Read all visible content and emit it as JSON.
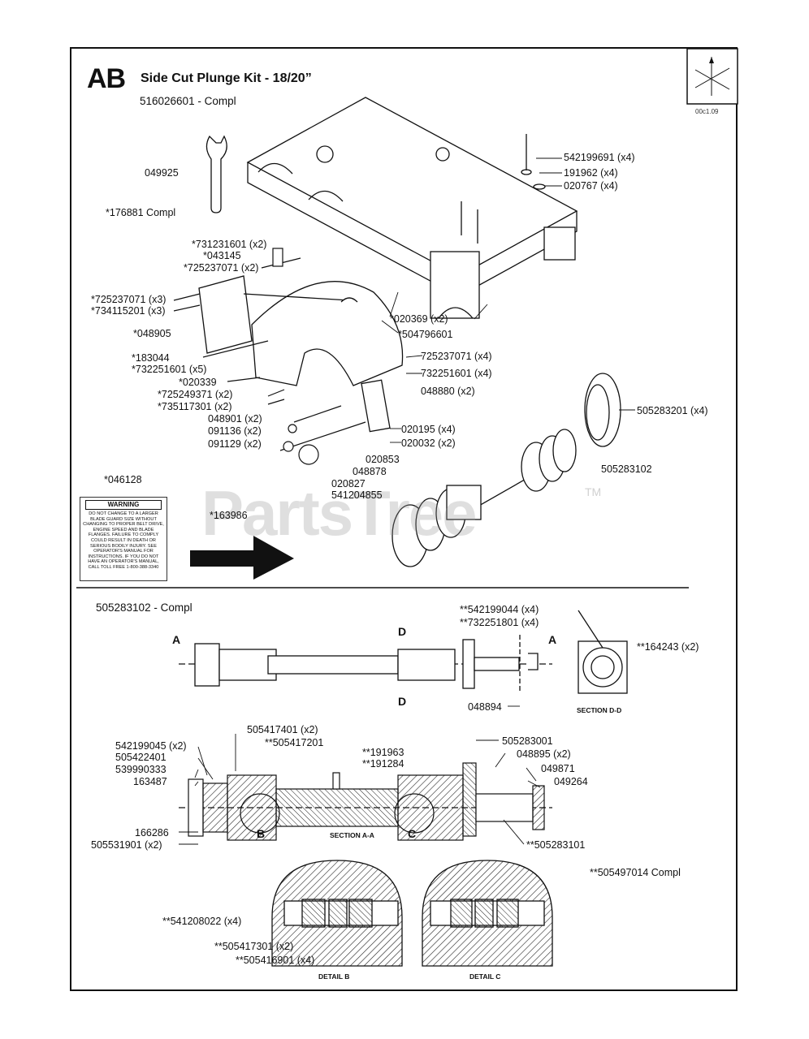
{
  "header": {
    "section_letter": "AB",
    "title": "Side Cut Plunge Kit - 18/20”",
    "kit_compl": "516026601 - Compl",
    "ref_code": "00c1.09"
  },
  "watermark": {
    "text": "PartsTree",
    "tm": "TM"
  },
  "warning_label": {
    "heading": "WARNING",
    "text": "DO NOT CHANGE TO A LARGER BLADE GUARD SIZE WITHOUT CHANGING TO PROPER BELT DRIVE, ENGINE SPEED AND BLADE FLANGES. FAILURE TO COMPLY COULD RESULT IN DEATH OR SERIOUS BODILY INJURY. SEE OPERATOR'S MANUAL FOR INSTRUCTIONS. IF YOU DO NOT HAVE AN OPERATOR'S MANUAL, CALL TOLL FREE 1-800-388-3340"
  },
  "parts_upper": [
    "049925",
    "*176881 Compl",
    "542199691 (x4)",
    "191962 (x4)",
    "020767 (x4)",
    "*731231601 (x2)",
    "*043145",
    "*725237071 (x2)",
    "*725237071 (x3)",
    "*734115201 (x3)",
    "*048905",
    "*183044",
    "*732251601 (x5)",
    "*020339",
    "*725249371 (x2)",
    "*735117301 (x2)",
    "048901 (x2)",
    "091136 (x2)",
    "091129 (x2)",
    "*020369 (x2)",
    "*504796601",
    "725237071 (x4)",
    "732251601 (x4)",
    "048880 (x2)",
    "020195 (x4)",
    "020032 (x2)",
    "020853",
    "048878",
    "020827",
    "541204855",
    "505283201 (x4)",
    "505283102",
    "*046128",
    "*163986"
  ],
  "sub_assembly": {
    "compl": "505283102 - Compl"
  },
  "parts_lower": [
    "**542199044 (x4)",
    "**732251801 (x4)",
    "**164243 (x2)",
    "048894",
    "542199045 (x2)",
    "505422401",
    "539990333",
    "163487",
    "505417401 (x2)",
    "**505417201",
    "**191963",
    "**191284",
    "505283001",
    "048895 (x2)",
    "049871",
    "049264",
    "166286",
    "505531901 (x2)",
    "**505283101",
    "**505497014 Compl",
    "**541208022 (x4)",
    "**505417301 (x2)",
    "**505416901 (x4)"
  ],
  "section_labels": [
    "SECTION D-D",
    "SECTION A-A",
    "DETAIL B",
    "DETAIL C"
  ],
  "callout_letters": [
    "A",
    "A",
    "D",
    "D",
    "B",
    "C"
  ]
}
